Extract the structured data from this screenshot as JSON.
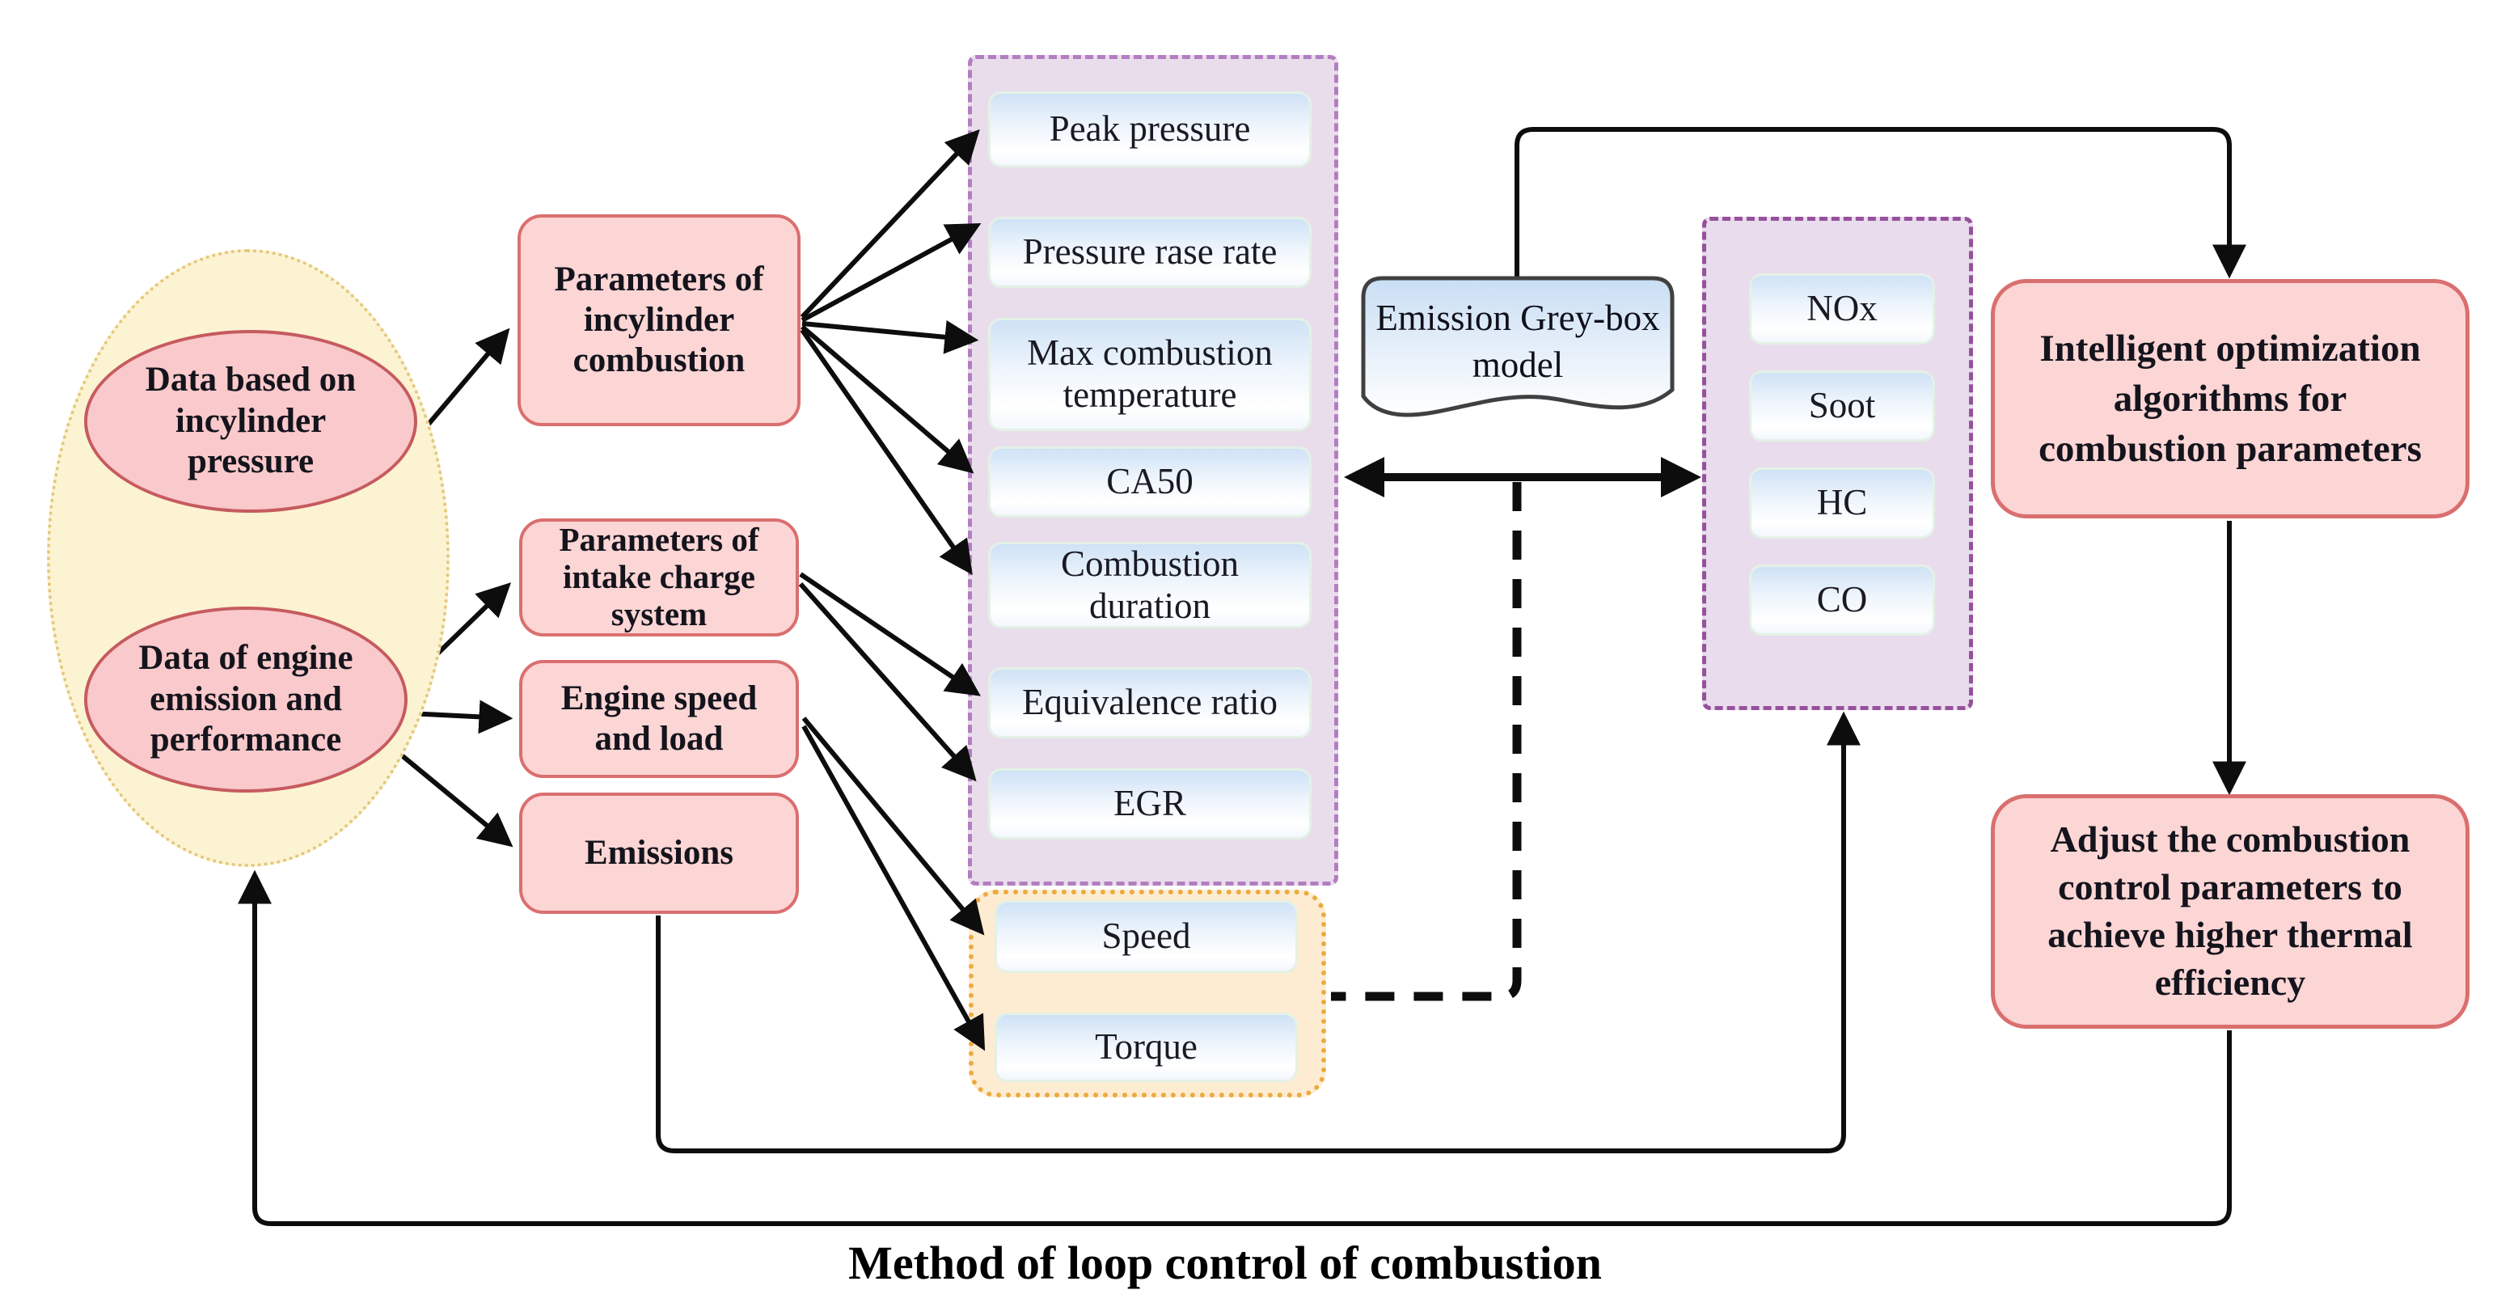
{
  "diagram": {
    "title": "Method of loop control of combustion",
    "sources": {
      "pool_label_1": "Data based on incylinder pressure",
      "pool_label_2": "Data of engine emission and performance"
    },
    "parameter_groups": {
      "incylinder": "Parameters of incylinder combustion",
      "intake": "Parameters of intake charge system",
      "speed_load": "Engine speed and load",
      "emissions": "Emissions"
    },
    "combustion_params": [
      "Peak pressure",
      "Pressure rase rate",
      "Max combustion temperature",
      "CA50",
      "Combustion duration",
      "Equivalence ratio",
      "EGR"
    ],
    "performance_params": [
      "Speed",
      "Torque"
    ],
    "model_label": "Emission Grey-box model",
    "emission_species": [
      "NOx",
      "Soot",
      "HC",
      "CO"
    ],
    "optimization_label": "Intelligent optimization algorithms for combustion parameters",
    "adjust_label": "Adjust the combustion control parameters to achieve higher thermal efficiency",
    "colors": {
      "pool_fill": "#fcf3d3",
      "pool_border": "#e3c77a",
      "source_fill": "#f9c9cb",
      "source_border": "#c65b5f",
      "category_fill": "#fcd5d5",
      "category_border": "#da6f6f",
      "param_panel_fill": "#e9ddec",
      "param_panel_border": "#b37ec1",
      "species_panel_border": "#96519d",
      "item_fill_top": "#cfe2f6",
      "performance_panel_fill": "#fdecd1",
      "performance_panel_border": "#ecaa41",
      "model_fill_top": "#c9def4",
      "model_border": "#404040",
      "line_color": "#0d0d0d"
    }
  }
}
